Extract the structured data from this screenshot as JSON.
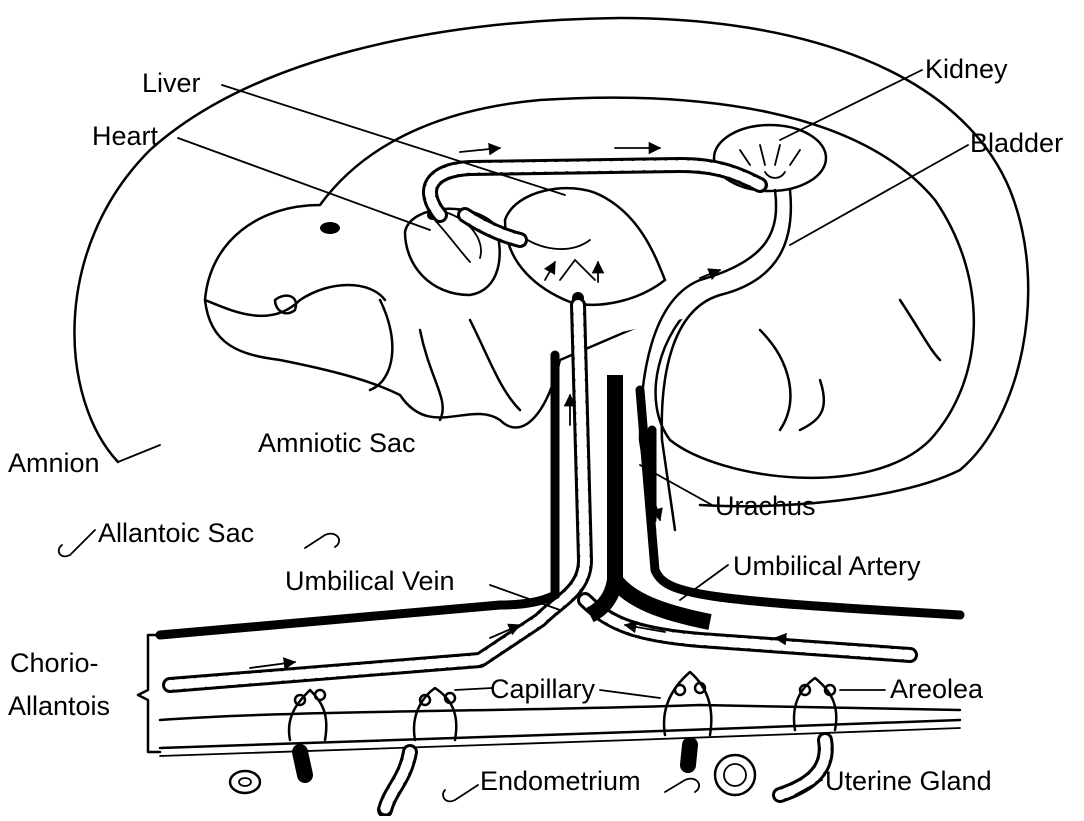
{
  "diagram": {
    "labels": {
      "liver": "Liver",
      "heart": "Heart",
      "kidney": "Kidney",
      "bladder": "Bladder",
      "amniotic_sac": "Amniotic Sac",
      "amnion": "Amnion",
      "allantoic_sac": "Allantoic Sac",
      "urachus": "Urachus",
      "umbilical_artery": "Umbilical Artery",
      "umbilical_vein": "Umbilical Vein",
      "chorio_line1": "Chorio-",
      "chorio_line2": "Allantois",
      "capillary": "Capillary",
      "areolea": "Areolea",
      "endometrium": "Endometrium",
      "uterine_gland": "Uterine Gland"
    },
    "colors": {
      "ink": "#000000",
      "background": "#ffffff"
    }
  }
}
